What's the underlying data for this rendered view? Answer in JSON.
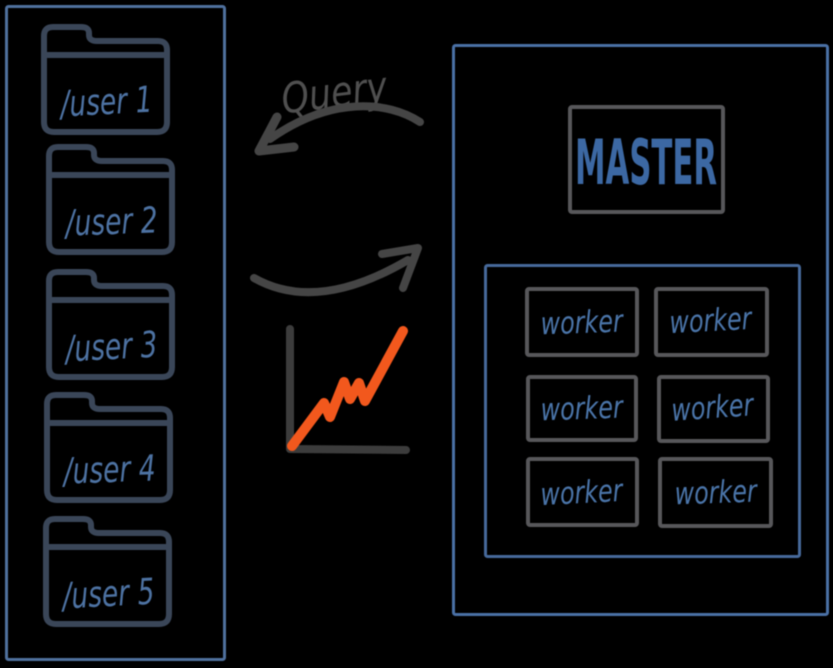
{
  "diagram": {
    "description_colors": {
      "background": "#000000",
      "left_panel_border": "#4f709d",
      "right_panel_border": "#4a70a5",
      "workers_panel_border": "#46699a",
      "folder_outline": "#3a4658",
      "folder_label_blue": "#4d72a2",
      "master_label_blue": "#3c68a3",
      "worker_label_blue": "#4a74a8",
      "gray_box_border": "#57575a",
      "query_label_gray": "#4f4f4f",
      "arrow_gray": "#454545",
      "chart_axis_gray": "#3c3c3c",
      "chart_line_orange": "#f2581d"
    },
    "left_panel": {
      "folders": [
        {
          "icon": "folder-icon",
          "label": "/user 1"
        },
        {
          "icon": "folder-icon",
          "label": "/user 2"
        },
        {
          "icon": "folder-icon",
          "label": "/user 3"
        },
        {
          "icon": "folder-icon",
          "label": "/user 4"
        },
        {
          "icon": "folder-icon",
          "label": "/user 5"
        }
      ]
    },
    "middle": {
      "query_label": "Query",
      "top_arrow_icon": "curved-arrow-pointing-left-icon",
      "bottom_arrow_icon": "curved-arrow-pointing-right-icon",
      "growth_chart_icon": "rising-line-chart-icon"
    },
    "right_panel": {
      "master": {
        "label": "MASTER"
      },
      "workers": [
        {
          "label": "worker"
        },
        {
          "label": "worker"
        },
        {
          "label": "worker"
        },
        {
          "label": "worker"
        },
        {
          "label": "worker"
        },
        {
          "label": "worker"
        }
      ]
    }
  }
}
